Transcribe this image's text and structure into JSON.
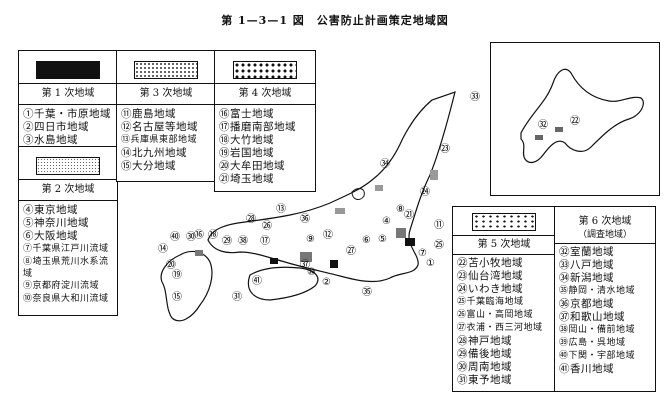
{
  "title": "第 1—3—1 図　公害防止計画策定地域図",
  "zone1": {
    "header": "第 1 次地域",
    "items": [
      "①千葉・市原地域",
      "②四日市地域",
      "③水島地域"
    ]
  },
  "zone2": {
    "header": "第 2 次地域",
    "items": [
      "④東京地域",
      "⑤神奈川地域",
      "⑥大阪地域",
      "⑦千葉県江戸川流域",
      "⑧埼玉県荒川水系流域",
      "⑨京都府淀川流域",
      "⑩奈良県大和川流域"
    ]
  },
  "zone3": {
    "header": "第 3 次地域",
    "items": [
      "⑪鹿島地域",
      "⑫名古屋等地域",
      "⑬兵庫県東部地域",
      "⑭北九州地域",
      "⑮大分地域"
    ]
  },
  "zone4": {
    "header": "第 4 次地域",
    "items": [
      "⑯富士地域",
      "⑰播磨南部地域",
      "⑱大竹地域",
      "⑲岩国地域",
      "⑳大牟田地域",
      "㉑埼玉地域"
    ]
  },
  "zone5": {
    "header": "第 5 次地域",
    "items": [
      "㉒苫小牧地域",
      "㉓仙台湾地域",
      "㉔いわき地域",
      "㉕千葉臨海地域",
      "㉖富山・高岡地域",
      "㉗衣浦・西三河地域",
      "㉘神戸地域",
      "㉙備後地域",
      "㉚周南地域",
      "㉛東予地域"
    ]
  },
  "zone6": {
    "header": "第 6 次地域",
    "subheader": "（調査地域）",
    "items": [
      "㉜室蘭地域",
      "㉝八戸地域",
      "㉞新潟地域",
      "㉟静岡・清水地域",
      "㊱京都地域",
      "㊲和歌山地域",
      "㊳岡山・備前地域",
      "㊴広島・呉地域",
      "㊵下関・宇部地域",
      "㊶香川地域"
    ]
  },
  "markers": [
    "㉝",
    "㉓",
    "㉞",
    "㉔",
    "⑪",
    "㉕",
    "①",
    "⑦",
    "④",
    "⑤",
    "㉑",
    "⑧",
    "⑫",
    "②",
    "㉗",
    "㉟",
    "⑥",
    "⑨",
    "⑩",
    "㊱",
    "㊲",
    "⑬",
    "㉘",
    "⑰",
    "⑯",
    "㉖",
    "㉙",
    "㊳",
    "⑱",
    "㉚",
    "㊵",
    "⑭",
    "⑮",
    "⑲",
    "⑳",
    "㉛",
    "㊶",
    "㉒",
    "㉜"
  ]
}
